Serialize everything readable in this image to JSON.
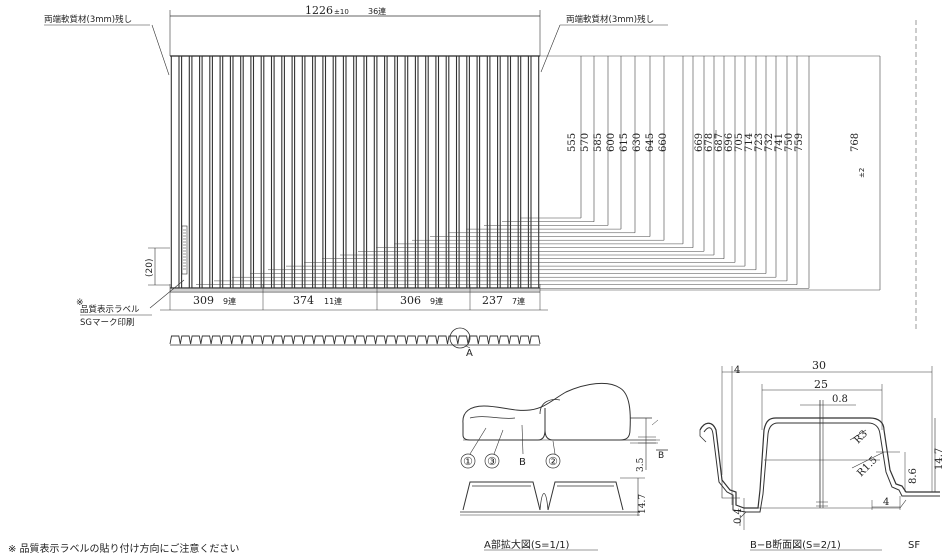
{
  "top": {
    "total_width": "1226",
    "total_tol": "±10",
    "total_count": "36連",
    "left_note": "両端軟質材(3mm)残し",
    "right_note": "両端軟質材(3mm)残し"
  },
  "heights": {
    "first": "555",
    "values": [
      "570",
      "585",
      "600",
      "615",
      "630",
      "645",
      "660",
      "669",
      "678",
      "687",
      "696",
      "705",
      "714",
      "723",
      "732",
      "741",
      "750",
      "759",
      "768"
    ],
    "last_tol": "±2"
  },
  "bottom": {
    "segments": [
      {
        "value": "309",
        "count": "9連"
      },
      {
        "value": "374",
        "count": "11連"
      },
      {
        "value": "306",
        "count": "9連"
      },
      {
        "value": "237",
        "count": "7連"
      }
    ],
    "label_note_mark": "※",
    "label_note": "品質表示ラベル",
    "sg_note": "SGマーク印刷",
    "side_dim": "(20)"
  },
  "detail_a": {
    "marker": "A",
    "callouts": [
      "①",
      "③",
      "B",
      "②"
    ],
    "b_mark": "B",
    "dim_35": "3.5",
    "dim_147": "14.7",
    "title": "A部拡大図(S=1/1)"
  },
  "section_bb": {
    "dims": {
      "d4": "4",
      "d30": "30",
      "d25": "25",
      "d08": "0.8",
      "r3": "R3",
      "r15": "R1.5",
      "d86": "8.6",
      "d147": "14.7",
      "d4b": "4",
      "d04": "0.4"
    },
    "title": "B−B断面図(S=2/1)",
    "sf": "SF"
  },
  "footer": {
    "note": "※ 品質表示ラベルの貼り付け方向にご注意ください"
  }
}
